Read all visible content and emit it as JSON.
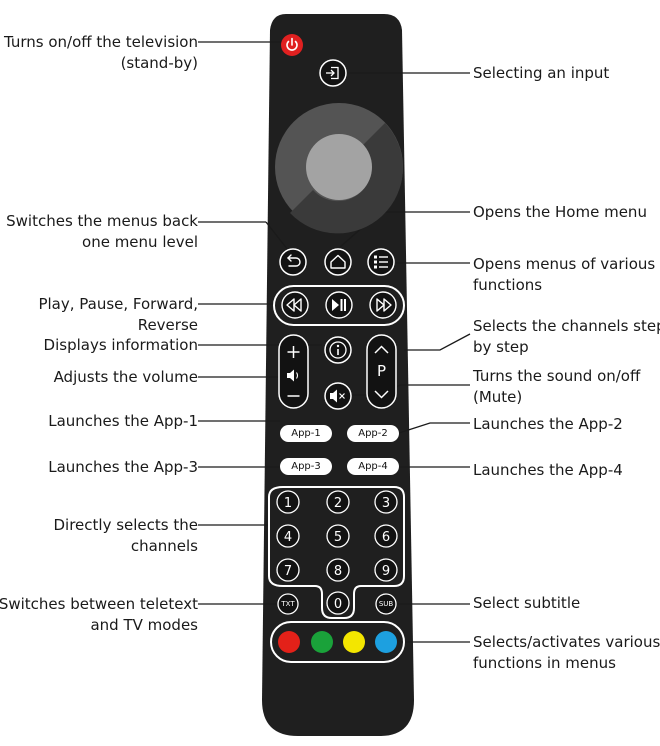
{
  "labels": {
    "power": [
      "Turns on/off the television",
      "(stand-by)"
    ],
    "input": [
      "Selecting an input"
    ],
    "back": [
      "Switches the menus back",
      "one menu level"
    ],
    "home": [
      "Opens the Home menu"
    ],
    "functions": [
      "Opens menus of various",
      "functions"
    ],
    "playback": [
      "Play, Pause, Forward,",
      "Reverse"
    ],
    "info": [
      "Displays information"
    ],
    "channels": [
      "Selects the channels step",
      "by step"
    ],
    "volume": [
      "Adjusts the volume"
    ],
    "mute": [
      "Turns the sound on/off",
      "(Mute)"
    ],
    "app1": [
      "Launches the App-1"
    ],
    "app2": [
      "Launches the App-2"
    ],
    "app3": [
      "Launches the App-3"
    ],
    "app4": [
      "Launches the App-4"
    ],
    "digits": [
      "Directly selects the",
      "channels"
    ],
    "teletext": [
      "Switches between teletext",
      "and TV modes"
    ],
    "subtitle": [
      "Select subtitle"
    ],
    "colors": [
      "Selects/activates various",
      "functions in menus"
    ]
  },
  "buttons": {
    "app1": "App-1",
    "app2": "App-2",
    "app3": "App-3",
    "app4": "App-4",
    "txt": "TXT",
    "sub": "SUB",
    "p": "P",
    "digits": [
      "1",
      "2",
      "3",
      "4",
      "5",
      "6",
      "7",
      "8",
      "9",
      "0"
    ]
  },
  "colors": {
    "body": "#1f1f1f",
    "power": "#e02020",
    "red": "#e32119",
    "green": "#1aa23a",
    "yellow": "#f3e600",
    "blue": "#1da0e0"
  }
}
